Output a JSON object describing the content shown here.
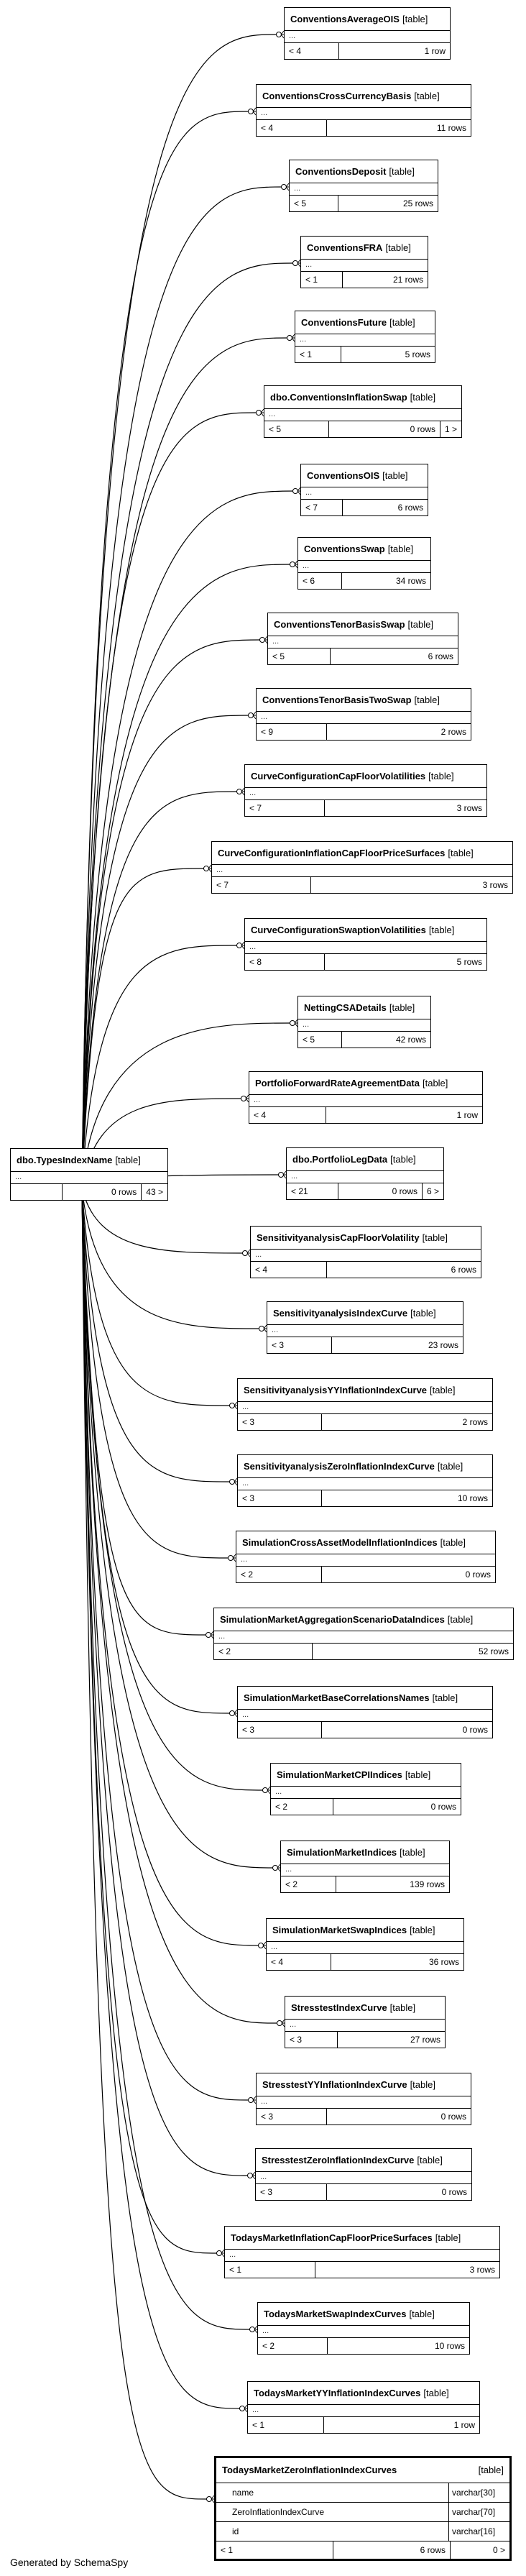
{
  "source_table": {
    "name": "dbo.TypesIndexName",
    "tag": "[table]",
    "col1": "",
    "rows": "0 rows",
    "cnt": "43 >"
  },
  "tables": [
    {
      "name": "ConventionsAverageOIS",
      "tag": "[table]",
      "col1": "< 4",
      "rows": "1 row",
      "cnt": ""
    },
    {
      "name": "ConventionsCrossCurrencyBasis",
      "tag": "[table]",
      "col1": "< 4",
      "rows": "11 rows",
      "cnt": ""
    },
    {
      "name": "ConventionsDeposit",
      "tag": "[table]",
      "col1": "< 5",
      "rows": "25 rows",
      "cnt": ""
    },
    {
      "name": "ConventionsFRA",
      "tag": "[table]",
      "col1": "< 1",
      "rows": "21 rows",
      "cnt": ""
    },
    {
      "name": "ConventionsFuture",
      "tag": "[table]",
      "col1": "< 1",
      "rows": "5 rows",
      "cnt": ""
    },
    {
      "name": "dbo.ConventionsInflationSwap",
      "tag": "[table]",
      "col1": "< 5",
      "rows": "0 rows",
      "cnt": "1 >"
    },
    {
      "name": "ConventionsOIS",
      "tag": "[table]",
      "col1": "< 7",
      "rows": "6 rows",
      "cnt": ""
    },
    {
      "name": "ConventionsSwap",
      "tag": "[table]",
      "col1": "< 6",
      "rows": "34 rows",
      "cnt": ""
    },
    {
      "name": "ConventionsTenorBasisSwap",
      "tag": "[table]",
      "col1": "< 5",
      "rows": "6 rows",
      "cnt": ""
    },
    {
      "name": "ConventionsTenorBasisTwoSwap",
      "tag": "[table]",
      "col1": "< 9",
      "rows": "2 rows",
      "cnt": ""
    },
    {
      "name": "CurveConfigurationCapFloorVolatilities",
      "tag": "[table]",
      "col1": "< 7",
      "rows": "3 rows",
      "cnt": ""
    },
    {
      "name": "CurveConfigurationInflationCapFloorPriceSurfaces",
      "tag": "[table]",
      "col1": "< 7",
      "rows": "3 rows",
      "cnt": ""
    },
    {
      "name": "CurveConfigurationSwaptionVolatilities",
      "tag": "[table]",
      "col1": "< 8",
      "rows": "5 rows",
      "cnt": ""
    },
    {
      "name": "NettingCSADetails",
      "tag": "[table]",
      "col1": "< 5",
      "rows": "42 rows",
      "cnt": ""
    },
    {
      "name": "PortfolioForwardRateAgreementData",
      "tag": "[table]",
      "col1": "< 4",
      "rows": "1 row",
      "cnt": ""
    },
    {
      "name": "dbo.PortfolioLegData",
      "tag": "[table]",
      "col1": "< 21",
      "rows": "0 rows",
      "cnt": "6 >"
    },
    {
      "name": "SensitivityanalysisCapFloorVolatility",
      "tag": "[table]",
      "col1": "< 4",
      "rows": "6 rows",
      "cnt": ""
    },
    {
      "name": "SensitivityanalysisIndexCurve",
      "tag": "[table]",
      "col1": "< 3",
      "rows": "23 rows",
      "cnt": ""
    },
    {
      "name": "SensitivityanalysisYYInflationIndexCurve",
      "tag": "[table]",
      "col1": "< 3",
      "rows": "2 rows",
      "cnt": ""
    },
    {
      "name": "SensitivityanalysisZeroInflationIndexCurve",
      "tag": "[table]",
      "col1": "< 3",
      "rows": "10 rows",
      "cnt": ""
    },
    {
      "name": "SimulationCrossAssetModelInflationIndices",
      "tag": "[table]",
      "col1": "< 2",
      "rows": "0 rows",
      "cnt": ""
    },
    {
      "name": "SimulationMarketAggregationScenarioDataIndices",
      "tag": "[table]",
      "col1": "< 2",
      "rows": "52 rows",
      "cnt": ""
    },
    {
      "name": "SimulationMarketBaseCorrelationsNames",
      "tag": "[table]",
      "col1": "< 3",
      "rows": "0 rows",
      "cnt": ""
    },
    {
      "name": "SimulationMarketCPIIndices",
      "tag": "[table]",
      "col1": "< 2",
      "rows": "0 rows",
      "cnt": ""
    },
    {
      "name": "SimulationMarketIndices",
      "tag": "[table]",
      "col1": "< 2",
      "rows": "139 rows",
      "cnt": ""
    },
    {
      "name": "SimulationMarketSwapIndices",
      "tag": "[table]",
      "col1": "< 4",
      "rows": "36 rows",
      "cnt": ""
    },
    {
      "name": "StresstestIndexCurve",
      "tag": "[table]",
      "col1": "< 3",
      "rows": "27 rows",
      "cnt": ""
    },
    {
      "name": "StresstestYYInflationIndexCurve",
      "tag": "[table]",
      "col1": "< 3",
      "rows": "0 rows",
      "cnt": ""
    },
    {
      "name": "StresstestZeroInflationIndexCurve",
      "tag": "[table]",
      "col1": "< 3",
      "rows": "0 rows",
      "cnt": ""
    },
    {
      "name": "TodaysMarketInflationCapFloorPriceSurfaces",
      "tag": "[table]",
      "col1": "< 1",
      "rows": "3 rows",
      "cnt": ""
    },
    {
      "name": "TodaysMarketSwapIndexCurves",
      "tag": "[table]",
      "col1": "< 2",
      "rows": "10 rows",
      "cnt": ""
    },
    {
      "name": "TodaysMarketYYInflationIndexCurves",
      "tag": "[table]",
      "col1": "< 1",
      "rows": "1 row",
      "cnt": ""
    }
  ],
  "focus_table": {
    "name": "TodaysMarketZeroInflationIndexCurves",
    "tag": "[table]",
    "columns": [
      {
        "name": "name",
        "type": "varchar[30]"
      },
      {
        "name": "ZeroInflationIndexCurve",
        "type": "varchar[70]"
      },
      {
        "name": "id",
        "type": "varchar[16]"
      }
    ],
    "col1": "< 1",
    "rows": "6 rows",
    "cnt": "0 >"
  },
  "footer": {
    "generated": "Generated by SchemaSpy"
  }
}
